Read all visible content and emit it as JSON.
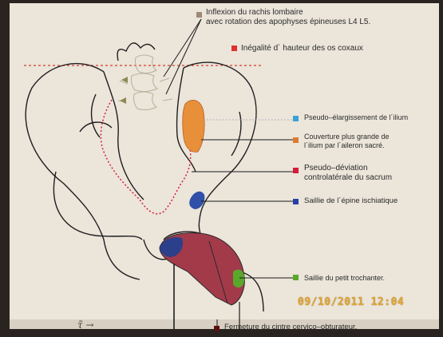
{
  "annotations": [
    {
      "id": "rachis",
      "lines": [
        "Inflexion du rachis lombaire",
        "avec rotation des apophyses épineuses L4 L5."
      ],
      "color": "#a08878"
    },
    {
      "id": "coxaux",
      "lines": [
        "Inégalité d´ hauteur des os coxaux"
      ],
      "color": "#e03030"
    },
    {
      "id": "elargissement",
      "lines": [
        "Pseudo–élargissement de l´ilium"
      ],
      "color": "#3aa0d8"
    },
    {
      "id": "couverture",
      "lines": [
        "Couverture plus grande de",
        "l´ilium par l´aileron sacré."
      ],
      "color": "#e07a30"
    },
    {
      "id": "deviation",
      "lines": [
        "Pseudo–déviation",
        "controlatérale du sacrum"
      ],
      "color": "#d81a3a"
    },
    {
      "id": "epine",
      "lines": [
        "Saillie de l´épine ischiatique"
      ],
      "color": "#2a3fa8"
    },
    {
      "id": "trochanter",
      "lines": [
        "Saillie du petit trochanter."
      ],
      "color": "#5aa82a"
    },
    {
      "id": "cintre",
      "lines": [
        "Fermeture du cintre cervico–obturateur."
      ],
      "color": "#5a1010"
    }
  ],
  "timestamp": "09/10/2011 12:04",
  "handwriting": "τ̃ →"
}
